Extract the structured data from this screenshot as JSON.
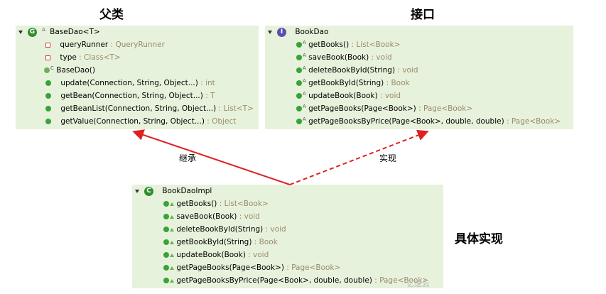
{
  "headings": {
    "left": "父类",
    "right": "接口",
    "impl": "具体实现"
  },
  "relations": {
    "inherit": "继承",
    "implement": "实现"
  },
  "colors": {
    "panel_bg": "#e7f2dc",
    "inherit_line": "#e02020",
    "method_dot": "#36a436",
    "type_text": "#9a8b6a"
  },
  "basedao": {
    "name": "BaseDao<T>",
    "members": [
      {
        "name": "queryRunner",
        "type": "QueryRunner",
        "kind": "field"
      },
      {
        "name": "type",
        "type": "Class<T>",
        "kind": "field"
      },
      {
        "name": "BaseDao()",
        "type": "",
        "kind": "constructor"
      },
      {
        "name": "update(Connection, String, Object...)",
        "type": "int",
        "kind": "method"
      },
      {
        "name": "getBean(Connection, String, Object...)",
        "type": "T",
        "kind": "method"
      },
      {
        "name": "getBeanList(Connection, String, Object...)",
        "type": "List<T>",
        "kind": "method"
      },
      {
        "name": "getValue(Connection, String, Object...)",
        "type": "Object",
        "kind": "method"
      }
    ]
  },
  "bookdao": {
    "name": "BookDao",
    "members": [
      {
        "name": "getBooks()",
        "type": "List<Book>"
      },
      {
        "name": "saveBook(Book)",
        "type": "void"
      },
      {
        "name": "deleteBookById(String)",
        "type": "void"
      },
      {
        "name": "getBookById(String)",
        "type": "Book"
      },
      {
        "name": "updateBook(Book)",
        "type": "void"
      },
      {
        "name": "getPageBooks(Page<Book>)",
        "type": "Page<Book>"
      },
      {
        "name": "getPageBooksByPrice(Page<Book>, double, double)",
        "type": "Page<Book>"
      }
    ]
  },
  "bookdaoimpl": {
    "name": "BookDaoImpl",
    "members": [
      {
        "name": "getBooks()",
        "type": "List<Book>"
      },
      {
        "name": "saveBook(Book)",
        "type": "void"
      },
      {
        "name": "deleteBookById(String)",
        "type": "void"
      },
      {
        "name": "getBookById(String)",
        "type": "Book"
      },
      {
        "name": "updateBook(Book)",
        "type": "void"
      },
      {
        "name": "getPageBooks(Page<Book>)",
        "type": "Page<Book>"
      },
      {
        "name": "getPageBooksByPrice(Page<Book>, double, double)",
        "type": "Page<Book>"
      }
    ]
  },
  "separator": " : ",
  "watermark": "亿速云"
}
